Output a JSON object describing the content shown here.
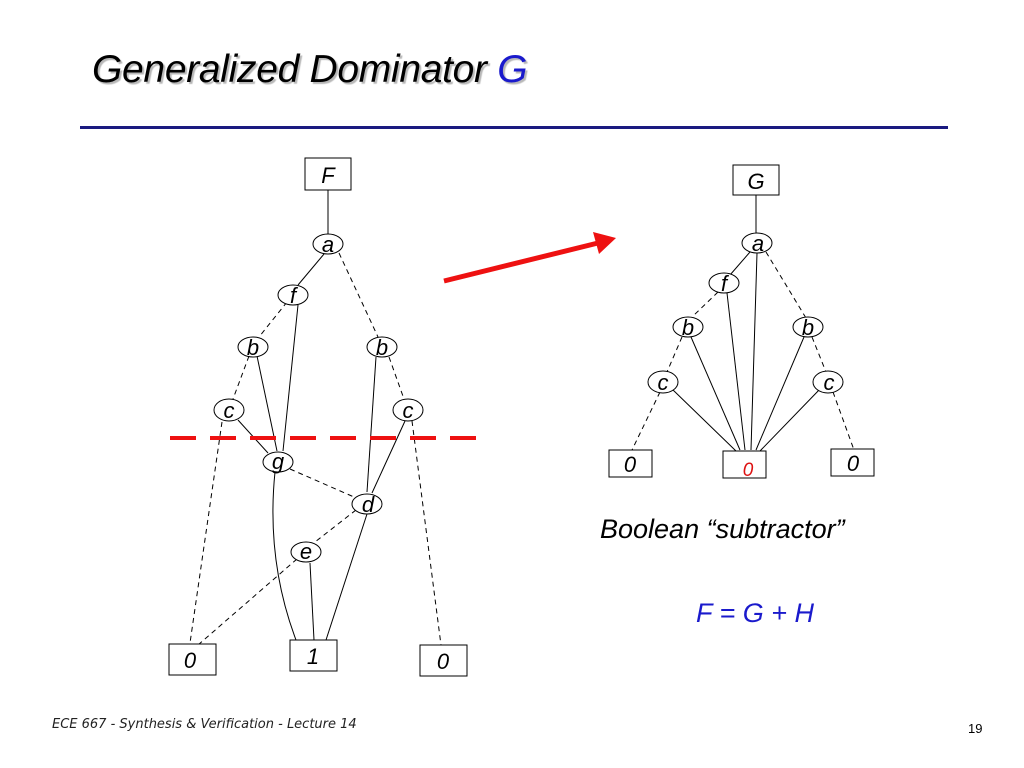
{
  "slide": {
    "title": "Generalized Dominator ",
    "title_accent": "G",
    "caption": "Boolean “subtractor”",
    "equation": "F = G + H",
    "footer": "ECE 667 - Synthesis & Verification - Lecture 14",
    "page_number": "19"
  },
  "colors": {
    "title_accent": "#1a1acc",
    "rule": "#1a1a80",
    "arrow": "#ee1111",
    "cut_line": "#ee1111",
    "highlight_terminal": "#dd1111",
    "equation": "#1a1acc"
  },
  "left_graph": {
    "root": "F",
    "nodes": [
      {
        "id": "a",
        "label": "a"
      },
      {
        "id": "f",
        "label": "f"
      },
      {
        "id": "b1",
        "label": "b"
      },
      {
        "id": "b2",
        "label": "b"
      },
      {
        "id": "c1",
        "label": "c"
      },
      {
        "id": "c2",
        "label": "c"
      },
      {
        "id": "g",
        "label": "g"
      },
      {
        "id": "d",
        "label": "d"
      },
      {
        "id": "e",
        "label": "e"
      }
    ],
    "terminals": [
      {
        "id": "t0a",
        "label": "0"
      },
      {
        "id": "t1",
        "label": "1"
      },
      {
        "id": "t0b",
        "label": "0"
      }
    ]
  },
  "right_graph": {
    "root": "G",
    "nodes": [
      {
        "id": "a",
        "label": "a"
      },
      {
        "id": "f",
        "label": "f"
      },
      {
        "id": "b1",
        "label": "b"
      },
      {
        "id": "b2",
        "label": "b"
      },
      {
        "id": "c1",
        "label": "c"
      },
      {
        "id": "c2",
        "label": "c"
      }
    ],
    "terminals": [
      {
        "id": "t0a",
        "label": "0"
      },
      {
        "id": "t0mid",
        "label": "0"
      },
      {
        "id": "t0b",
        "label": "0"
      }
    ]
  }
}
